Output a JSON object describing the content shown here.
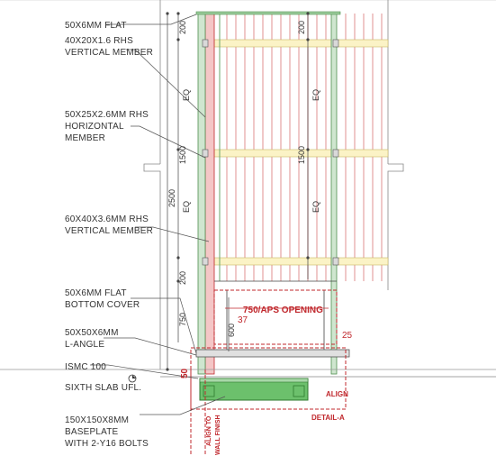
{
  "labels": {
    "flat_top": "50X6MM  FLAT",
    "rhs_vertical_1": "40X20X1.6 RHS",
    "rhs_vertical_2": "VERTICAL MEMBER",
    "rhs_horizontal_1": "50X25X2.6MM RHS",
    "rhs_horizontal_2": "HORIZONTAL",
    "rhs_horizontal_3": "MEMBER",
    "rhs_big_1": "60X40X3.6MM RHS",
    "rhs_big_2": "VERTICAL MEMBER",
    "flat_bottom_1": "50X6MM  FLAT",
    "flat_bottom_2": "BOTTOM COVER",
    "angle_1": "50X50X6MM",
    "angle_2": "L-ANGLE",
    "ismc": "ISMC 100",
    "slab": "SIXTH SLAB UFL.",
    "baseplate_1": "150X150X8MM",
    "baseplate_2": "BASEPLATE",
    "baseplate_3": "WITH 2-Y16 BOLTS"
  },
  "dimensions": {
    "overall": "2500",
    "top_left": "200",
    "top_right": "200",
    "eq_left_top": "EQ",
    "eq_right_top": "EQ",
    "mid_left": "1500",
    "mid_right": "1500",
    "eq_left_bottom": "EQ",
    "eq_right_bottom": "EQ",
    "bottom_200": "200",
    "h750": "750",
    "h600": "600"
  },
  "red_annotations": {
    "opening": "750/APS OPENING",
    "d37": "37",
    "d25": "25",
    "d50": "50",
    "align": "ALIGN",
    "detail": "DETAIL-A",
    "wall_1": "ALIGN TO",
    "wall_2": "WALL FINISH"
  },
  "colors": {
    "line": "#444444",
    "light_line": "#bdbdbd",
    "member_green": "#6aa56a",
    "member_fill": "#cfe6cf",
    "rhs_red": "#c0282d",
    "rhs_pink": "#f4c6c6",
    "rail_yellow": "#fbf3c6",
    "ismc_fill": "#6cc06c"
  }
}
